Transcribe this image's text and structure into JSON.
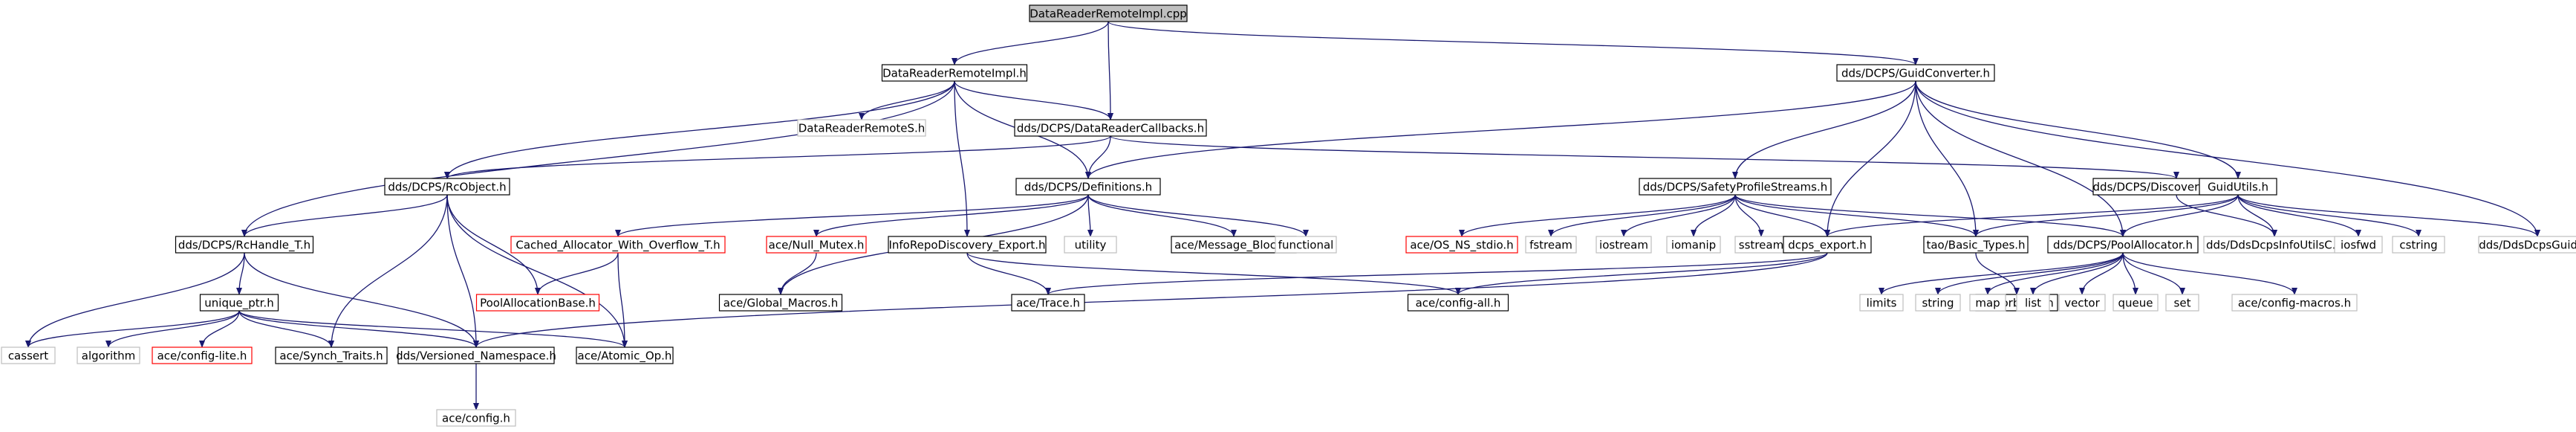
{
  "colors": {
    "edge": "#191970",
    "root_fill": "#bfbfbf",
    "normal_border": "#000000",
    "missing_border": "#bfbfbf",
    "truncated_border": "#ff0000"
  },
  "nodes": [
    {
      "id": "n_root",
      "label": "DataReaderRemoteImpl.cpp",
      "style": "root"
    },
    {
      "id": "n_drri_h",
      "label": "DataReaderRemoteImpl.h",
      "style": "normal"
    },
    {
      "id": "n_guid_conv",
      "label": "dds/DCPS/GuidConverter.h",
      "style": "normal"
    },
    {
      "id": "n_drs",
      "label": "DataReaderRemoteS.h",
      "style": "missing"
    },
    {
      "id": "n_drcb",
      "label": "dds/DCPS/DataReaderCallbacks.h",
      "style": "normal"
    },
    {
      "id": "n_rcobj",
      "label": "dds/DCPS/RcObject.h",
      "style": "normal"
    },
    {
      "id": "n_defs",
      "label": "dds/DCPS/Definitions.h",
      "style": "normal"
    },
    {
      "id": "n_sps",
      "label": "dds/DCPS/SafetyProfileStreams.h",
      "style": "normal"
    },
    {
      "id": "n_disc",
      "label": "dds/DCPS/DiscoveryListener.h",
      "style": "normal"
    },
    {
      "id": "n_guidutils",
      "label": "GuidUtils.h",
      "style": "normal"
    },
    {
      "id": "n_rchandle",
      "label": "dds/DCPS/RcHandle_T.h",
      "style": "normal"
    },
    {
      "id": "n_cached",
      "label": "Cached_Allocator_With_Overflow_T.h",
      "style": "truncated"
    },
    {
      "id": "n_nullmutex",
      "label": "ace/Null_Mutex.h",
      "style": "truncated"
    },
    {
      "id": "n_irde",
      "label": "InfoRepoDiscovery_Export.h",
      "style": "normal"
    },
    {
      "id": "n_utility",
      "label": "utility",
      "style": "missing"
    },
    {
      "id": "n_msgblock",
      "label": "ace/Message_Block.h",
      "style": "normal"
    },
    {
      "id": "n_functional",
      "label": "functional",
      "style": "missing"
    },
    {
      "id": "n_osns",
      "label": "ace/OS_NS_stdio.h",
      "style": "truncated"
    },
    {
      "id": "n_fstream",
      "label": "fstream",
      "style": "missing"
    },
    {
      "id": "n_iostream",
      "label": "iostream",
      "style": "missing"
    },
    {
      "id": "n_iomanip",
      "label": "iomanip",
      "style": "missing"
    },
    {
      "id": "n_sstream",
      "label": "sstream",
      "style": "missing"
    },
    {
      "id": "n_dcpsexp",
      "label": "dcps_export.h",
      "style": "normal"
    },
    {
      "id": "n_basictypes",
      "label": "tao/Basic_Types.h",
      "style": "normal"
    },
    {
      "id": "n_poolalloc",
      "label": "dds/DCPS/PoolAllocator.h",
      "style": "normal"
    },
    {
      "id": "n_ddsinfo",
      "label": "dds/DdsDcpsInfoUtilsC.h",
      "style": "missing"
    },
    {
      "id": "n_iosfwd",
      "label": "iosfwd",
      "style": "missing"
    },
    {
      "id": "n_cstring",
      "label": "cstring",
      "style": "missing"
    },
    {
      "id": "n_guidc",
      "label": "dds/DdsDcpsGuidC.h",
      "style": "missing"
    },
    {
      "id": "n_uniqueptr",
      "label": "unique_ptr.h",
      "style": "normal"
    },
    {
      "id": "n_poolbase",
      "label": "PoolAllocationBase.h",
      "style": "truncated"
    },
    {
      "id": "n_globalmacros",
      "label": "ace/Global_Macros.h",
      "style": "normal"
    },
    {
      "id": "n_trace",
      "label": "ace/Trace.h",
      "style": "normal"
    },
    {
      "id": "n_configall",
      "label": "ace/config-all.h",
      "style": "normal"
    },
    {
      "id": "n_orbconf",
      "label": "tao/orbconf.h",
      "style": "normal"
    },
    {
      "id": "n_limits",
      "label": "limits",
      "style": "missing"
    },
    {
      "id": "n_string",
      "label": "string",
      "style": "missing"
    },
    {
      "id": "n_map",
      "label": "map",
      "style": "missing"
    },
    {
      "id": "n_list",
      "label": "list",
      "style": "missing"
    },
    {
      "id": "n_vector",
      "label": "vector",
      "style": "missing"
    },
    {
      "id": "n_queue",
      "label": "queue",
      "style": "missing"
    },
    {
      "id": "n_set",
      "label": "set",
      "style": "missing"
    },
    {
      "id": "n_configmacros",
      "label": "ace/config-macros.h",
      "style": "missing"
    },
    {
      "id": "n_cassert",
      "label": "cassert",
      "style": "missing"
    },
    {
      "id": "n_algorithm",
      "label": "algorithm",
      "style": "missing"
    },
    {
      "id": "n_configlite",
      "label": "ace/config-lite.h",
      "style": "truncated"
    },
    {
      "id": "n_synch",
      "label": "ace/Synch_Traits.h",
      "style": "normal"
    },
    {
      "id": "n_versioned",
      "label": "dds/Versioned_Namespace.h",
      "style": "normal"
    },
    {
      "id": "n_atomic",
      "label": "ace/Atomic_Op.h",
      "style": "normal"
    },
    {
      "id": "n_aceconfig",
      "label": "ace/config.h",
      "style": "missing"
    }
  ],
  "edges": [
    [
      "n_root",
      "n_drri_h"
    ],
    [
      "n_root",
      "n_drcb"
    ],
    [
      "n_root",
      "n_guid_conv"
    ],
    [
      "n_drri_h",
      "n_drs"
    ],
    [
      "n_drri_h",
      "n_drcb"
    ],
    [
      "n_drri_h",
      "n_rcobj"
    ],
    [
      "n_drri_h",
      "n_defs"
    ],
    [
      "n_drri_h",
      "n_rchandle"
    ],
    [
      "n_drri_h",
      "n_irde"
    ],
    [
      "n_drcb",
      "n_rcobj"
    ],
    [
      "n_drcb",
      "n_defs"
    ],
    [
      "n_drcb",
      "n_disc"
    ],
    [
      "n_guid_conv",
      "n_defs"
    ],
    [
      "n_guid_conv",
      "n_sps"
    ],
    [
      "n_guid_conv",
      "n_guidutils"
    ],
    [
      "n_guid_conv",
      "n_dcpsexp"
    ],
    [
      "n_guid_conv",
      "n_basictypes"
    ],
    [
      "n_guid_conv",
      "n_poolalloc"
    ],
    [
      "n_guid_conv",
      "n_guidc"
    ],
    [
      "n_rcobj",
      "n_rchandle"
    ],
    [
      "n_rcobj",
      "n_poolbase"
    ],
    [
      "n_rcobj",
      "n_synch"
    ],
    [
      "n_rcobj",
      "n_versioned"
    ],
    [
      "n_rcobj",
      "n_atomic"
    ],
    [
      "n_defs",
      "n_cached"
    ],
    [
      "n_defs",
      "n_nullmutex"
    ],
    [
      "n_defs",
      "n_utility"
    ],
    [
      "n_defs",
      "n_msgblock"
    ],
    [
      "n_defs",
      "n_functional"
    ],
    [
      "n_defs",
      "n_globalmacros"
    ],
    [
      "n_sps",
      "n_osns"
    ],
    [
      "n_sps",
      "n_fstream"
    ],
    [
      "n_sps",
      "n_iostream"
    ],
    [
      "n_sps",
      "n_iomanip"
    ],
    [
      "n_sps",
      "n_sstream"
    ],
    [
      "n_sps",
      "n_dcpsexp"
    ],
    [
      "n_sps",
      "n_basictypes"
    ],
    [
      "n_sps",
      "n_poolalloc"
    ],
    [
      "n_disc",
      "n_ddsinfo"
    ],
    [
      "n_guidutils",
      "n_dcpsexp"
    ],
    [
      "n_guidutils",
      "n_basictypes"
    ],
    [
      "n_guidutils",
      "n_poolalloc"
    ],
    [
      "n_guidutils",
      "n_ddsinfo"
    ],
    [
      "n_guidutils",
      "n_iosfwd"
    ],
    [
      "n_guidutils",
      "n_cstring"
    ],
    [
      "n_guidutils",
      "n_guidc"
    ],
    [
      "n_rchandle",
      "n_uniqueptr"
    ],
    [
      "n_rchandle",
      "n_cassert"
    ],
    [
      "n_rchandle",
      "n_versioned"
    ],
    [
      "n_uniqueptr",
      "n_cassert"
    ],
    [
      "n_uniqueptr",
      "n_algorithm"
    ],
    [
      "n_uniqueptr",
      "n_configlite"
    ],
    [
      "n_uniqueptr",
      "n_synch"
    ],
    [
      "n_uniqueptr",
      "n_versioned"
    ],
    [
      "n_uniqueptr",
      "n_atomic"
    ],
    [
      "n_cached",
      "n_poolbase"
    ],
    [
      "n_cached",
      "n_atomic"
    ],
    [
      "n_nullmutex",
      "n_globalmacros"
    ],
    [
      "n_irde",
      "n_trace"
    ],
    [
      "n_irde",
      "n_configall"
    ],
    [
      "n_dcpsexp",
      "n_configall"
    ],
    [
      "n_dcpsexp",
      "n_trace"
    ],
    [
      "n_dcpsexp",
      "n_versioned"
    ],
    [
      "n_basictypes",
      "n_orbconf"
    ],
    [
      "n_poolalloc",
      "n_limits"
    ],
    [
      "n_poolalloc",
      "n_string"
    ],
    [
      "n_poolalloc",
      "n_map"
    ],
    [
      "n_poolalloc",
      "n_list"
    ],
    [
      "n_poolalloc",
      "n_vector"
    ],
    [
      "n_poolalloc",
      "n_queue"
    ],
    [
      "n_poolalloc",
      "n_set"
    ],
    [
      "n_poolalloc",
      "n_configmacros"
    ],
    [
      "n_versioned",
      "n_aceconfig"
    ]
  ]
}
